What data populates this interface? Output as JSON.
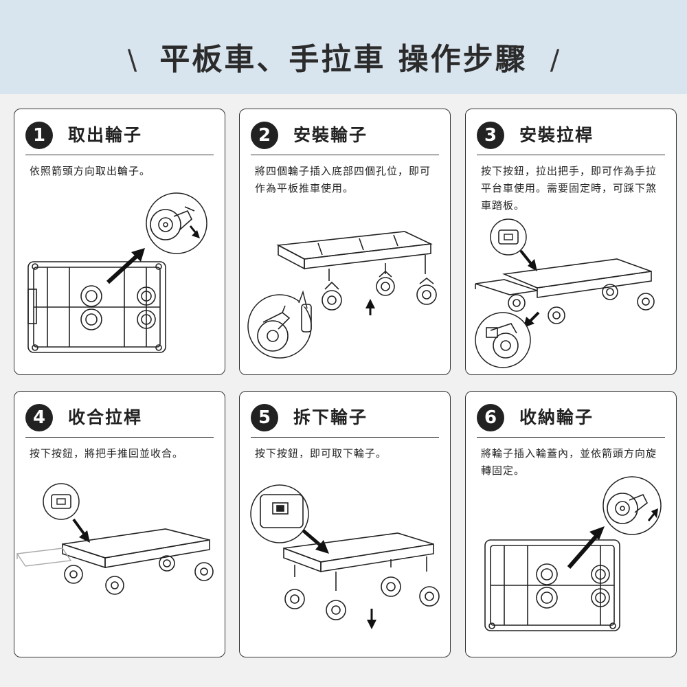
{
  "header": {
    "title": "平板車、手拉車 操作步驟",
    "slash_left": "\\",
    "slash_right": "/"
  },
  "steps": [
    {
      "num": "1",
      "title": "取出輪子",
      "desc": "依照箭頭方向取出輪子。"
    },
    {
      "num": "2",
      "title": "安裝輪子",
      "desc": "將四個輪子插入底部四個孔位，即可作為平板推車使用。"
    },
    {
      "num": "3",
      "title": "安裝拉桿",
      "desc": "按下按鈕，拉出把手，即可作為手拉平台車使用。需要固定時，可踩下煞車踏板。"
    },
    {
      "num": "4",
      "title": "收合拉桿",
      "desc": "按下按鈕，將把手推回並收合。"
    },
    {
      "num": "5",
      "title": "拆下輪子",
      "desc": "按下按鈕，即可取下輪子。"
    },
    {
      "num": "6",
      "title": "收納輪子",
      "desc": "將輪子插入輪蓋內，並依箭頭方向旋轉固定。"
    }
  ]
}
